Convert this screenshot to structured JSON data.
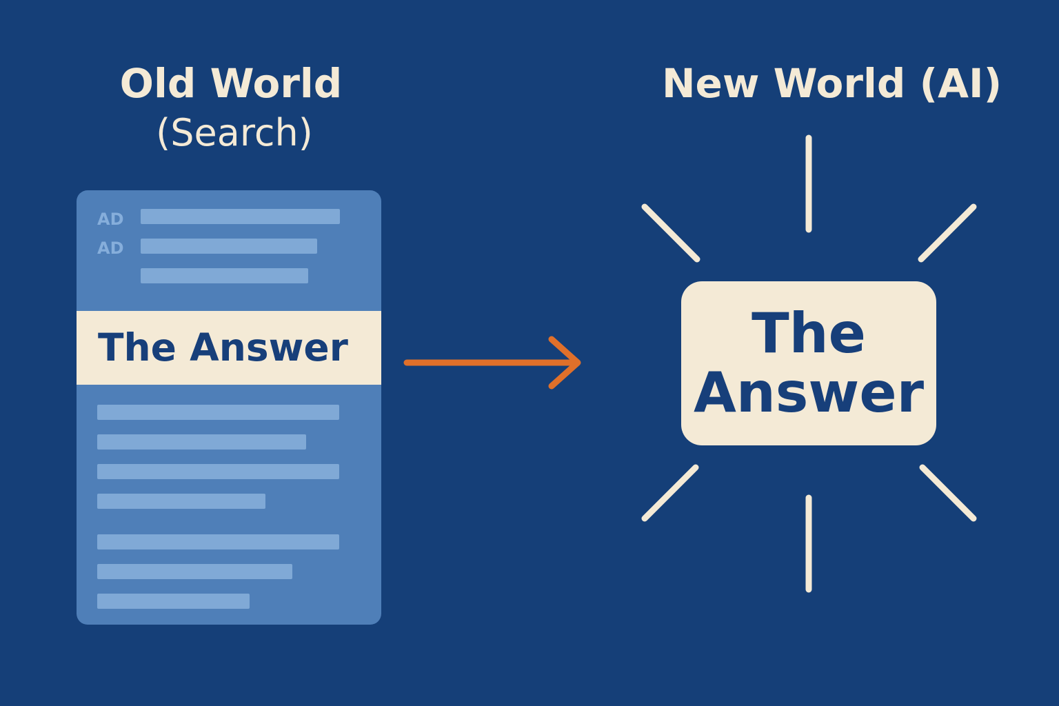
{
  "old_world": {
    "title": "Old World",
    "subtitle": "(Search)",
    "ad_labels": [
      "AD",
      "AD"
    ],
    "answer": "The Answer"
  },
  "new_world": {
    "title": "New World (AI)",
    "answer_line1": "The",
    "answer_line2": "Answer"
  },
  "colors": {
    "background": "#153f78",
    "panel": "#4f7fb8",
    "cream": "#f4ead6",
    "arrow": "#e0702a"
  }
}
